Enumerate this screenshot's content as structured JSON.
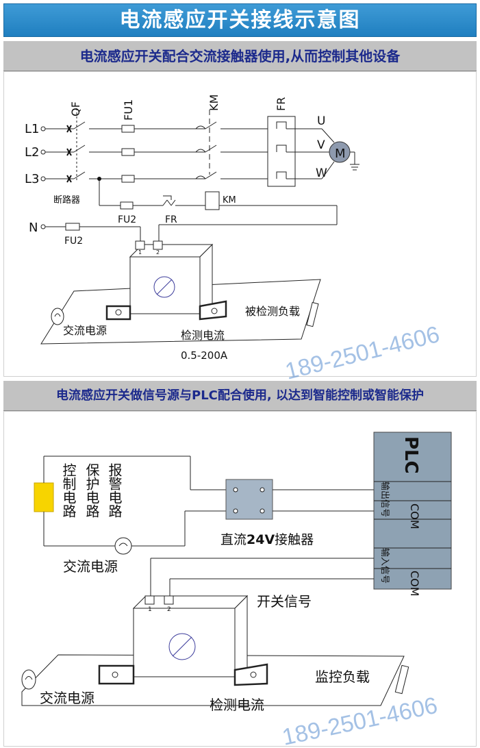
{
  "title": "电流感应开关接线示意图",
  "section1": {
    "heading": "电流感应开关配合交流接触器使用,从而控制其他设备",
    "labels": {
      "qf": "QF",
      "fu1": "FU1",
      "km_top": "KM",
      "fr_top": "FR",
      "l1": "L1",
      "l2": "L2",
      "l3": "L3",
      "u": "U",
      "v": "V",
      "w": "W",
      "motor": "M",
      "breaker": "断路器",
      "fu2_mid": "FU2",
      "fr_mid": "FR",
      "km_coil": "KM",
      "n": "N",
      "fu2_n": "FU2",
      "t1": "1",
      "t2": "2",
      "ac_source": "交流电源",
      "detect_current": "检测电流",
      "range": "0.5-200A",
      "load": "被检测负载"
    }
  },
  "section2": {
    "heading": "电流感应开关做信号源与PLC配合使用, 以达到智能控制或智能保护",
    "labels": {
      "ctrl_cols": [
        "控制电路",
        "保护电路",
        "报警电路"
      ],
      "ac_source_top": "交流电源",
      "contactor_prefix": "直流",
      "contactor_bold": "24V",
      "contactor_suffix": "接触器",
      "plc": "PLC",
      "output_signal": "输出信号",
      "input_signal": "输入信号",
      "com": "COM",
      "switch_signal": "开关信号",
      "t1": "1",
      "t2": "2",
      "ac_source_bottom": "交流电源",
      "detect_current": "检测电流",
      "monitor_load": "监控负载"
    }
  },
  "watermark": "189-2501-4606",
  "colors": {
    "title_bg": "#2a88c8",
    "sub_bg": "#c2c2c2",
    "sub_text": "#1c2a8c",
    "motor": "#8e9aae",
    "plc": "#8ea2b3",
    "relay": "#a6b6c6",
    "indicator": "#f7d400",
    "watermark": "#5a8fd0"
  }
}
